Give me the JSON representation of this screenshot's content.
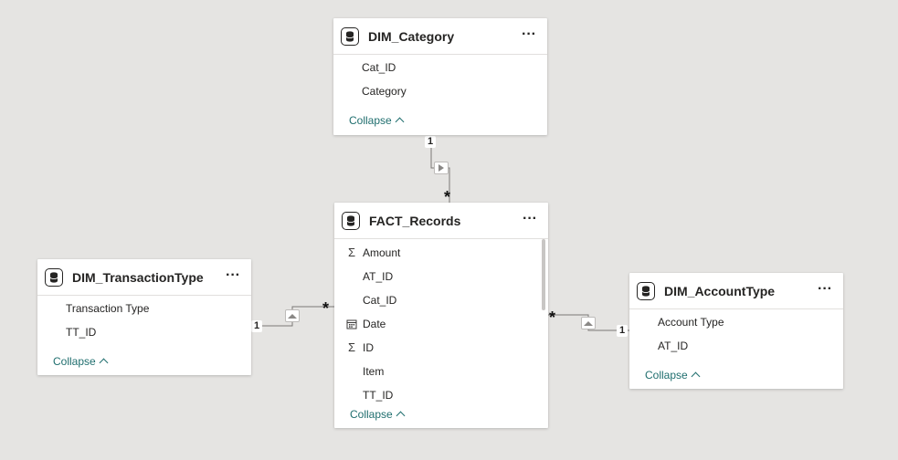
{
  "tables": {
    "category": {
      "title": "DIM_Category",
      "more_label": "···",
      "fields": [
        "Cat_ID",
        "Category"
      ],
      "collapse_label": "Collapse"
    },
    "fact": {
      "title": "FACT_Records",
      "more_label": "···",
      "fields": [
        {
          "label": "Amount",
          "icon": "sigma-icon",
          "glyph": "Σ"
        },
        {
          "label": "AT_ID",
          "icon": "",
          "glyph": ""
        },
        {
          "label": "Cat_ID",
          "icon": "",
          "glyph": ""
        },
        {
          "label": "Date",
          "icon": "calendar-icon",
          "glyph": ""
        },
        {
          "label": "ID",
          "icon": "sigma-icon",
          "glyph": "Σ"
        },
        {
          "label": "Item",
          "icon": "",
          "glyph": ""
        },
        {
          "label": "TT_ID",
          "icon": "",
          "glyph": ""
        }
      ],
      "collapse_label": "Collapse"
    },
    "transaction_type": {
      "title": "DIM_TransactionType",
      "more_label": "···",
      "fields": [
        "Transaction Type",
        "TT_ID"
      ],
      "collapse_label": "Collapse"
    },
    "account_type": {
      "title": "DIM_AccountType",
      "more_label": "···",
      "fields": [
        "Account Type",
        "AT_ID"
      ],
      "collapse_label": "Collapse"
    }
  },
  "relationships": {
    "category_fact": {
      "one_label": "1",
      "many_label": "*",
      "direction": "right"
    },
    "transaction_fact": {
      "one_label": "1",
      "many_label": "*",
      "direction": "up"
    },
    "account_fact": {
      "one_label": "1",
      "many_label": "*",
      "direction": "up"
    }
  },
  "colors": {
    "canvas": "#e5e4e2",
    "card": "#ffffff",
    "link": "#1f6e6e",
    "text": "#252423"
  }
}
